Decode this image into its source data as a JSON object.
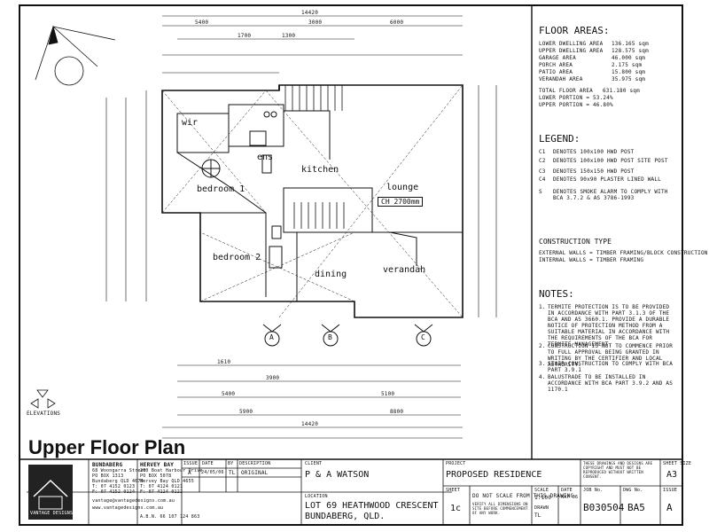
{
  "plan": {
    "title": "Upper Floor Plan",
    "rooms": {
      "wir": "wir",
      "ens": "ens",
      "bedroom1": "bedroom 1",
      "kitchen": "kitchen",
      "lounge": "lounge",
      "lounge_ceiling": "CH 2700mm",
      "bedroom2": "bedroom 2",
      "dining": "dining",
      "verandah": "verandah"
    },
    "dimensions": {
      "overall_top": "14420",
      "top_left": "5400",
      "top_mid": "3000",
      "top_right": "6000",
      "sub_1": "1700",
      "sub_2": "1300",
      "bottom_1": "1610",
      "bottom_2": "3900",
      "bottom_3": "5400",
      "bottom_4": "5100",
      "bottom_overall": "14420",
      "bottom_left": "5900",
      "bottom_right": "8800"
    },
    "section_markers": [
      "A",
      "B",
      "C"
    ],
    "elevations_label": "ELEVATIONS"
  },
  "floor_areas": {
    "heading": "FLOOR AREAS:",
    "rows": [
      {
        "label": "LOWER DWELLING AREA",
        "value": "136.165 sqm"
      },
      {
        "label": "UPPER DWELLING AREA",
        "value": "128.575 sqm"
      },
      {
        "label": "GARAGE AREA",
        "value": "46.000 sqm"
      },
      {
        "label": "PORCH AREA",
        "value": "2.175 sqm"
      },
      {
        "label": "PATIO AREA",
        "value": "15.800 sqm"
      },
      {
        "label": "VERANDAH AREA",
        "value": "35.975 sqm"
      }
    ],
    "total_label": "TOTAL FLOOR AREA",
    "total_value": "631.180 sqm",
    "lower_label": "LOWER PORTION = 53.24%",
    "upper_label": "UPPER PORTION = 46.80%"
  },
  "legend": {
    "heading": "LEGEND:",
    "items": [
      {
        "code": "C1",
        "text": "DENOTES 100x100 HWD POST"
      },
      {
        "code": "C2",
        "text": "DENOTES 100x100 HWD POST SITE POST"
      },
      {
        "code": "C3",
        "text": "DENOTES 150x150 HWD POST"
      },
      {
        "code": "C4",
        "text": "DENOTES 90x90 PLASTER LINED WALL"
      },
      {
        "code": "S",
        "text": "DENOTES SMOKE ALARM TO COMPLY WITH BCA 3.7.2 & AS 3786-1993"
      }
    ]
  },
  "construction": {
    "heading": "CONSTRUCTION TYPE",
    "lines": [
      "EXTERNAL WALLS = TIMBER FRAMING/BLOCK CONSTRUCTION",
      "INTERNAL WALLS = TIMBER FRAMING"
    ]
  },
  "notes": {
    "heading": "NOTES:",
    "items": [
      {
        "num": "1.",
        "text": "TERMITE PROTECTION IS TO BE PROVIDED IN ACCORDANCE WITH PART 3.1.3 OF THE BCA AND AS 3660.1. PROVIDE A DURABLE NOTICE OF PROTECTION METHOD FROM A SUITABLE MATERIAL IN ACCORDANCE WITH THE REQUIREMENTS OF THE BCA FOR TERMITE MANAGEMENT."
      },
      {
        "num": "2.",
        "text": "CONSTRUCTION IS NOT TO COMMENCE PRIOR TO FULL APPROVAL BEING GRANTED IN WRITING BY THE CERTIFIER AND LOCAL AUTHORITY."
      },
      {
        "num": "3.",
        "text": "STAIR CONSTRUCTION TO COMPLY WITH BCA PART 3.9.1"
      },
      {
        "num": "4.",
        "text": "BALUSTRADE TO BE INSTALLED IN ACCORDANCE WITH BCA PART 3.9.2 AND AS 1170.1"
      }
    ]
  },
  "title_block": {
    "firm_name": "VANTAGE DESIGNS",
    "office1_name": "BUNDABERG",
    "office1_lines": [
      "68 Woongarra Street",
      "PO BOX 1313",
      "Bundaberg QLD 4670",
      "T: 07 4152 0123",
      "F: 07 4152 0124"
    ],
    "office2_name": "HERVEY BAY",
    "office2_lines": [
      "200 Boat Harbour Drive",
      "PO BOX 5078",
      "Hervey Bay QLD 4655",
      "T: 07 4124 0121",
      "F: 07 4124 0122"
    ],
    "email": "vantage@vantagedesigns.com.au",
    "website": "www.vantagedesigns.com.au",
    "abn": "A.B.N. 66 107 124 863",
    "rev_headers": [
      "ISSUE",
      "DATE",
      "BY",
      "DESCRIPTION"
    ],
    "rev_row": [
      "A",
      "24/05/06",
      "TL",
      "ORIGINAL"
    ],
    "client_label": "CLIENT",
    "client": "P & A WATSON",
    "project_label": "PROJECT",
    "project": "PROPOSED RESIDENCE",
    "location_label": "LOCATION",
    "location_line1": "LOT 69 HEATHWOOD CRESCENT",
    "location_line2": "BUNDABERG, QLD.",
    "copyright": "THESE DRAWINGS AND DESIGNS ARE COPYRIGHT AND MUST NOT BE REPRODUCED WITHOUT WRITTEN CONSENT.",
    "scale_note": "DO NOT SCALE FROM THIS DRAWING",
    "scale_note2": "VERIFY ALL DIMENSIONS ON SITE BEFORE COMMENCEMENT OF ANY WORK.",
    "sheet_label": "SHEET SIZE",
    "sheet": "A3",
    "scale_label": "SCALE",
    "scale": "1:100",
    "drawn_label": "DRAWN",
    "drawn": "TL",
    "date_label": "DATE",
    "date": "MAY 06",
    "issue_label": "ISSUE",
    "issue": "A",
    "job_label": "JOB No.",
    "job": "B030504",
    "dwg_label": "DWG No.",
    "dwg": "BA5",
    "sheet_no_label": "SHEET",
    "sheet_no": "1c"
  }
}
